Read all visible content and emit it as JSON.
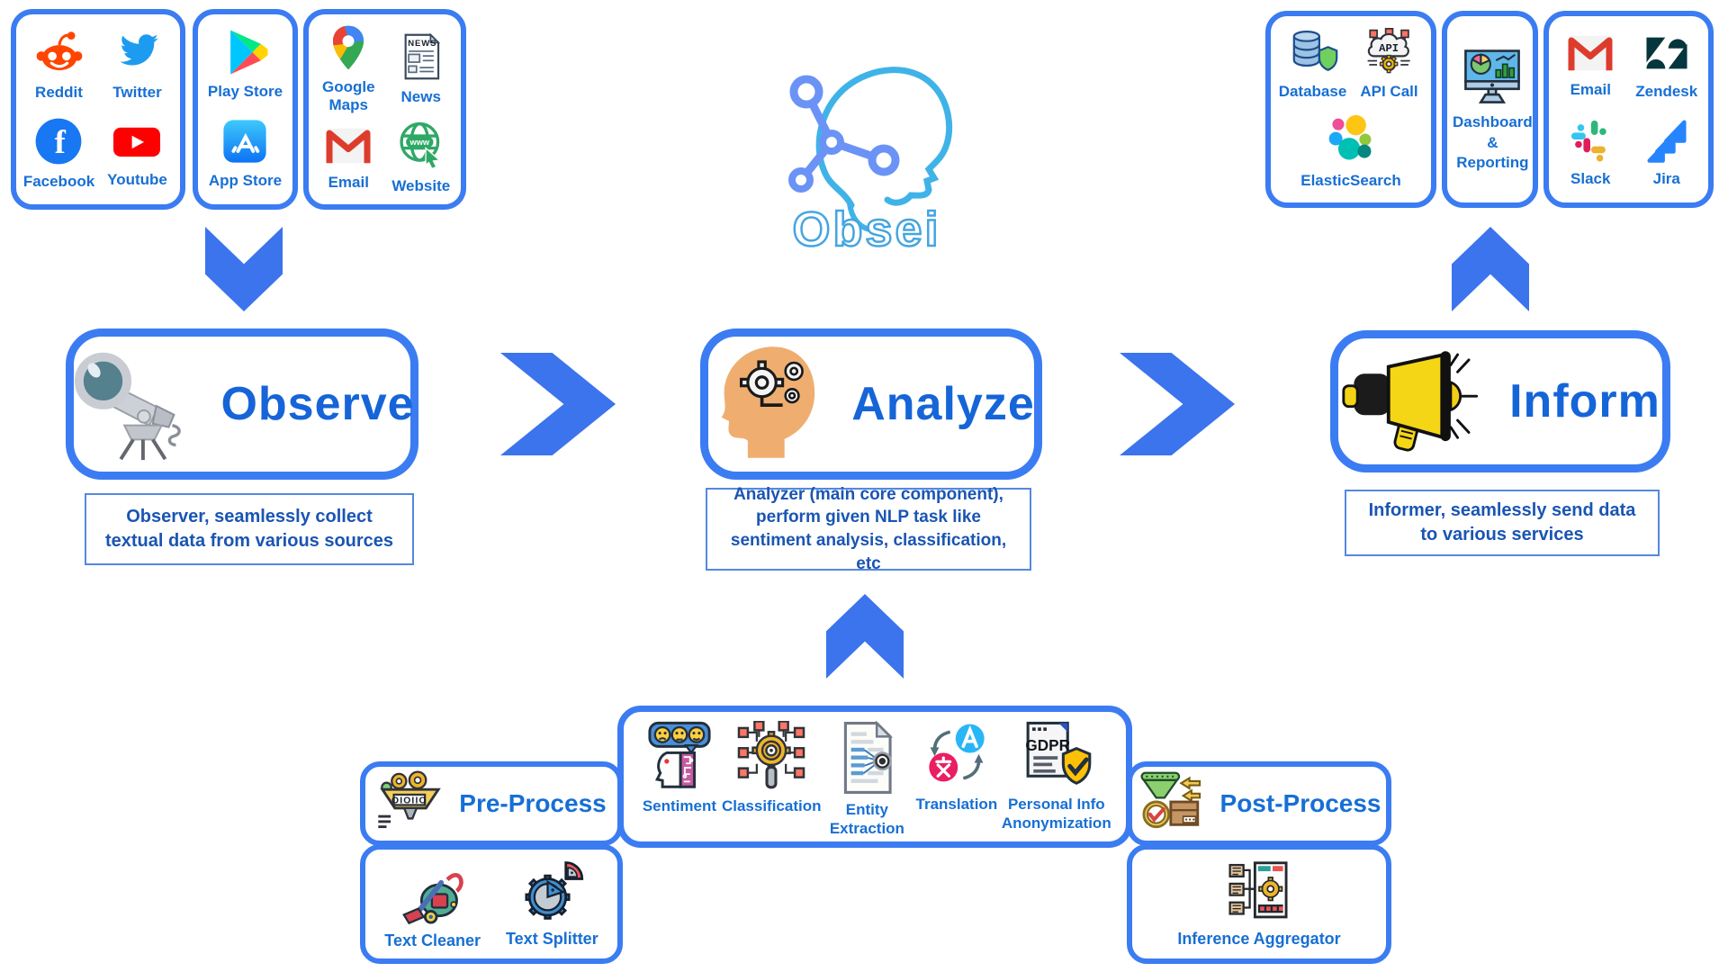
{
  "logo": {
    "wordmark": "Obsei"
  },
  "colors": {
    "border_blue": "#3b7cf2",
    "arrow_blue": "#3b74ec",
    "label_blue": "#176fd4",
    "title_blue": "#1565d8",
    "caption_blue": "#1a55b3"
  },
  "sources": {
    "social": {
      "items": [
        {
          "label": "Reddit",
          "icon": "reddit-icon"
        },
        {
          "label": "Twitter",
          "icon": "twitter-icon"
        },
        {
          "label": "Facebook",
          "icon": "facebook-icon"
        },
        {
          "label": "Youtube",
          "icon": "youtube-icon"
        }
      ]
    },
    "stores": {
      "items": [
        {
          "label": "Play Store",
          "icon": "play-store-icon"
        },
        {
          "label": "App Store",
          "icon": "app-store-icon"
        }
      ]
    },
    "web": {
      "items": [
        {
          "label": "Google Maps",
          "icon": "google-maps-icon"
        },
        {
          "label": "News",
          "icon": "news-icon"
        },
        {
          "label": "Email",
          "icon": "gmail-icon"
        },
        {
          "label": "Website",
          "icon": "website-icon"
        }
      ]
    }
  },
  "stages": {
    "observe": {
      "title": "Observe",
      "caption": "Observer, seamlessly collect textual data from various sources"
    },
    "analyze": {
      "title": "Analyze",
      "caption": "Analyzer (main core component), perform given NLP task like sentiment analysis, classification, etc"
    },
    "inform": {
      "title": "Inform",
      "caption": "Informer, seamlessly send data to various services"
    }
  },
  "sinks": {
    "data": {
      "items": [
        {
          "label": "Database",
          "icon": "database-icon"
        },
        {
          "label": "API Call",
          "icon": "api-call-icon"
        },
        {
          "label": "ElasticSearch",
          "icon": "elasticsearch-icon"
        }
      ]
    },
    "dashboard": {
      "lines": [
        "Dashboard",
        "&",
        "Reporting"
      ],
      "icon": "dashboard-reporting-icon"
    },
    "services": {
      "items": [
        {
          "label": "Email",
          "icon": "gmail-icon"
        },
        {
          "label": "Zendesk",
          "icon": "zendesk-icon"
        },
        {
          "label": "Slack",
          "icon": "slack-icon"
        },
        {
          "label": "Jira",
          "icon": "jira-icon"
        }
      ]
    }
  },
  "pipeline": {
    "pre": {
      "title": "Pre-Process",
      "items": [
        {
          "label": "Text Cleaner",
          "icon": "text-cleaner-icon"
        },
        {
          "label": "Text Splitter",
          "icon": "text-splitter-icon"
        }
      ]
    },
    "tasks": {
      "items": [
        {
          "label": "Sentiment",
          "icon": "sentiment-icon"
        },
        {
          "label": "Classification",
          "icon": "classification-icon"
        },
        {
          "label": "Entity Extraction",
          "icon": "entity-extraction-icon"
        },
        {
          "label": "Translation",
          "icon": "translation-icon"
        },
        {
          "label": "Personal Info Anonymization",
          "icon": "personal-info-anonymization-icon"
        }
      ]
    },
    "post": {
      "title": "Post-Process",
      "items": [
        {
          "label": "Inference Aggregator",
          "icon": "inference-aggregator-icon"
        }
      ]
    }
  }
}
